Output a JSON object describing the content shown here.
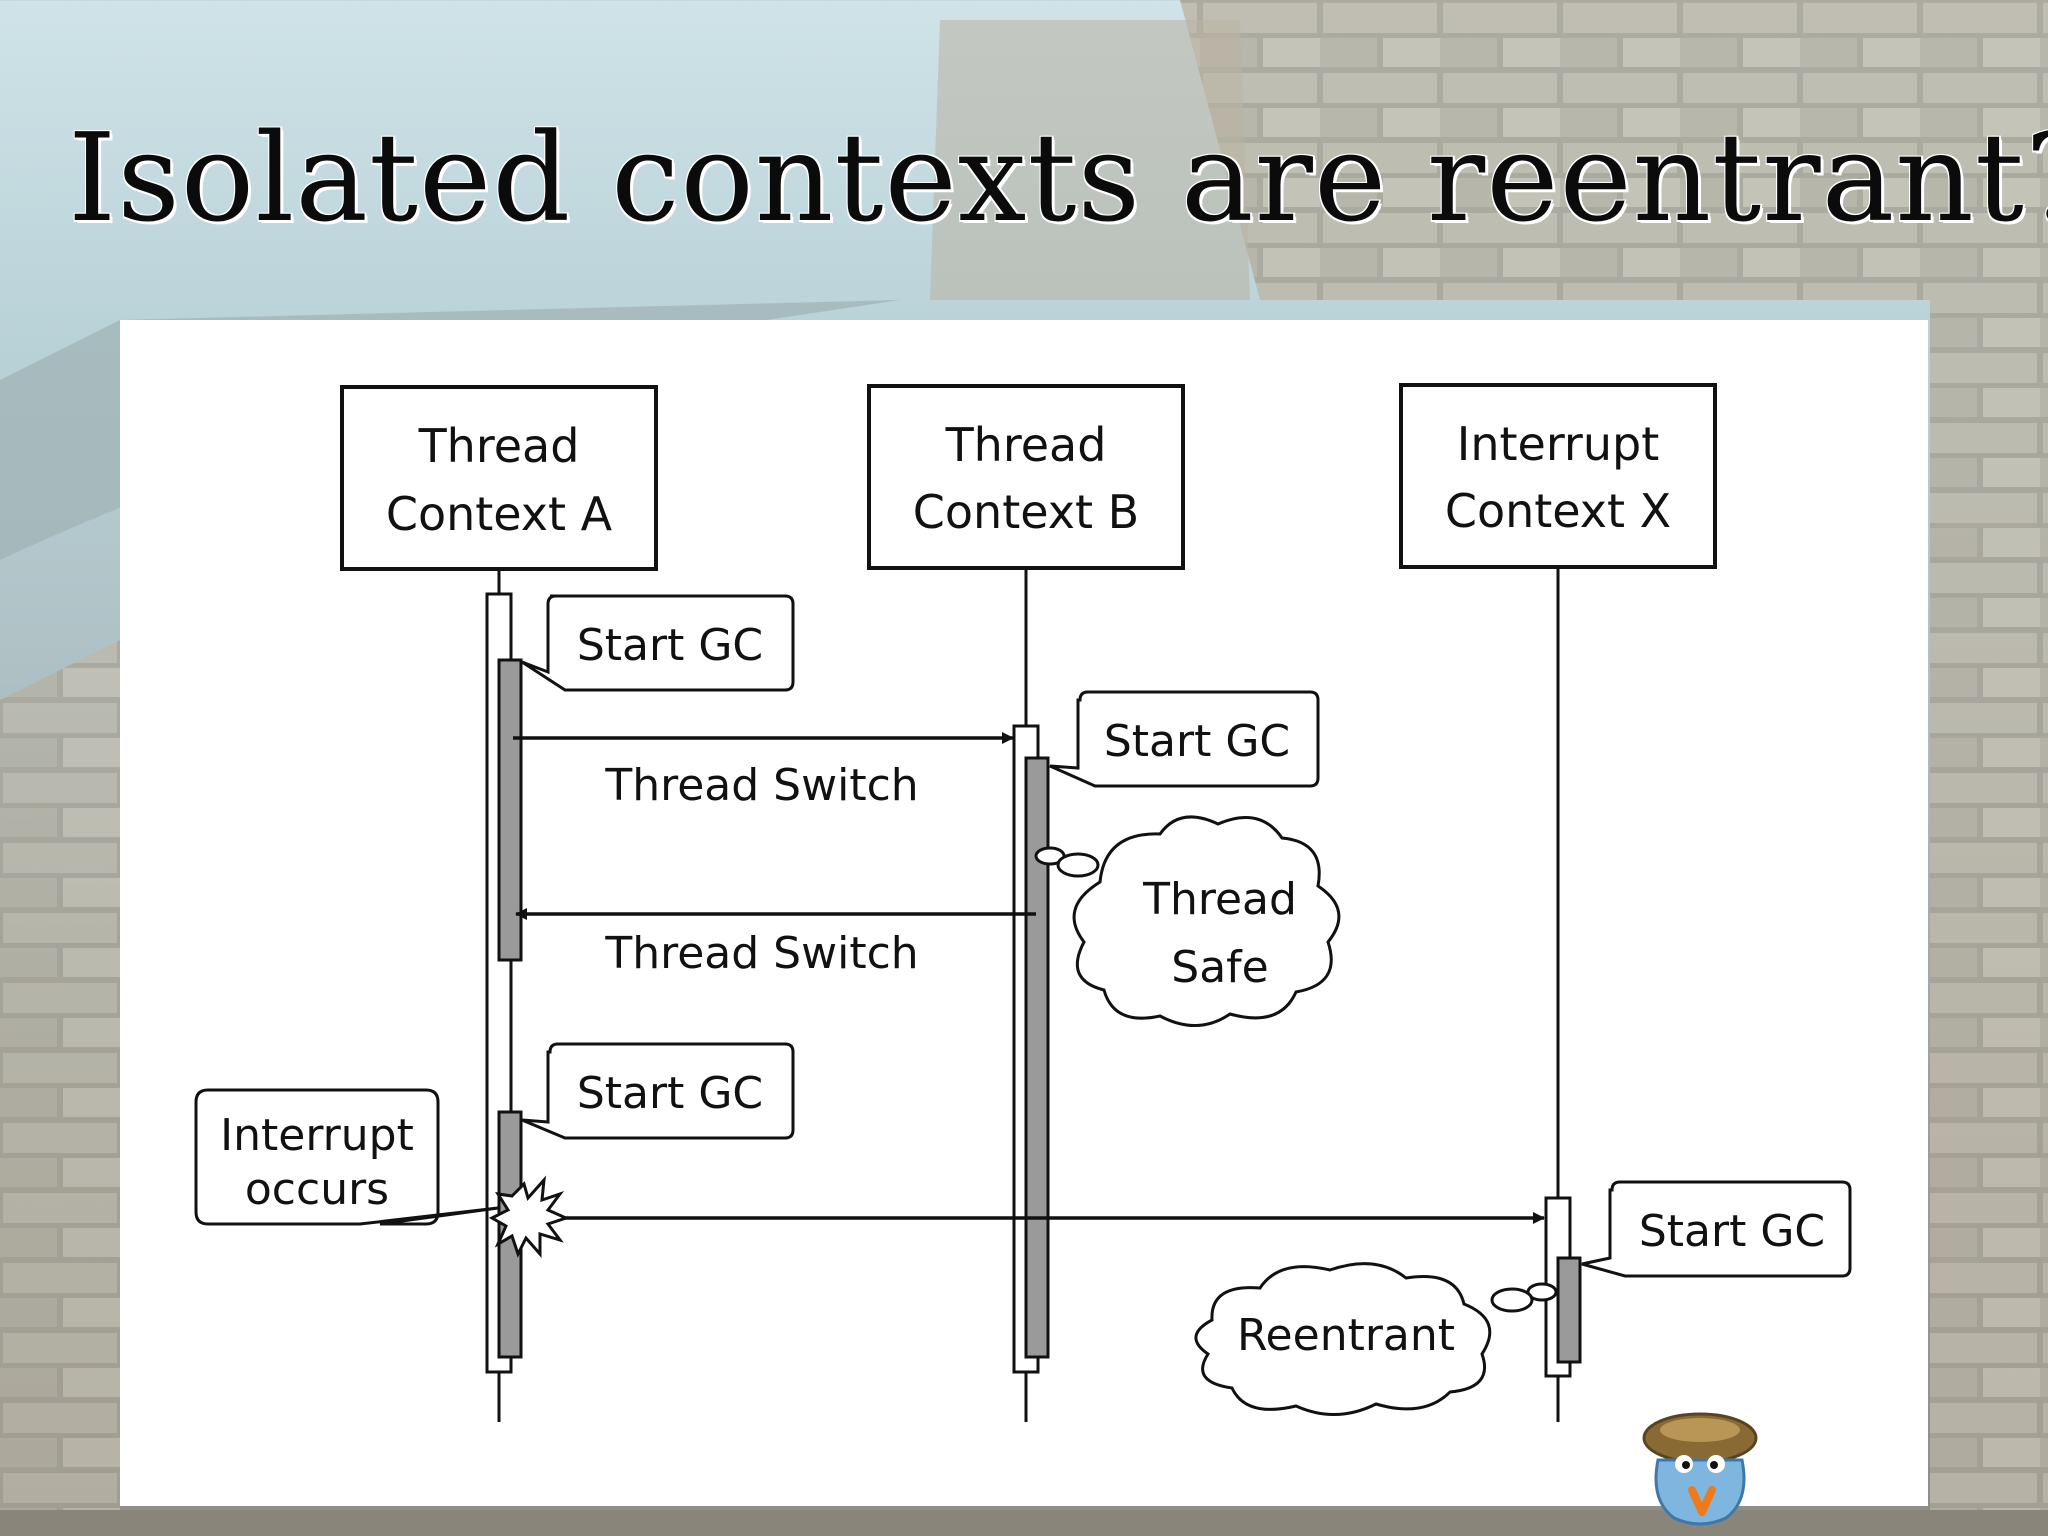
{
  "title": "Isolated contexts are reentrant?",
  "lifelines": [
    {
      "line1": "Thread",
      "line2": "Context A"
    },
    {
      "line1": "Thread",
      "line2": "Context B"
    },
    {
      "line1": "Interrupt",
      "line2": "Context X"
    }
  ],
  "notes": {
    "start_gc_a1": "Start GC",
    "start_gc_b": "Start GC",
    "start_gc_a2": "Start GC",
    "start_gc_x": "Start GC",
    "interrupt_line1": "Interrupt",
    "interrupt_line2": "occurs"
  },
  "clouds": {
    "thread_safe_line1": "Thread",
    "thread_safe_line2": "Safe",
    "reentrant": "Reentrant"
  },
  "messages": {
    "switch_to_b": "Thread Switch",
    "switch_to_a": "Thread Switch"
  },
  "colors": {
    "activation_fill": "#9a9a9a",
    "line": "#111111",
    "panel": "#ffffff"
  }
}
